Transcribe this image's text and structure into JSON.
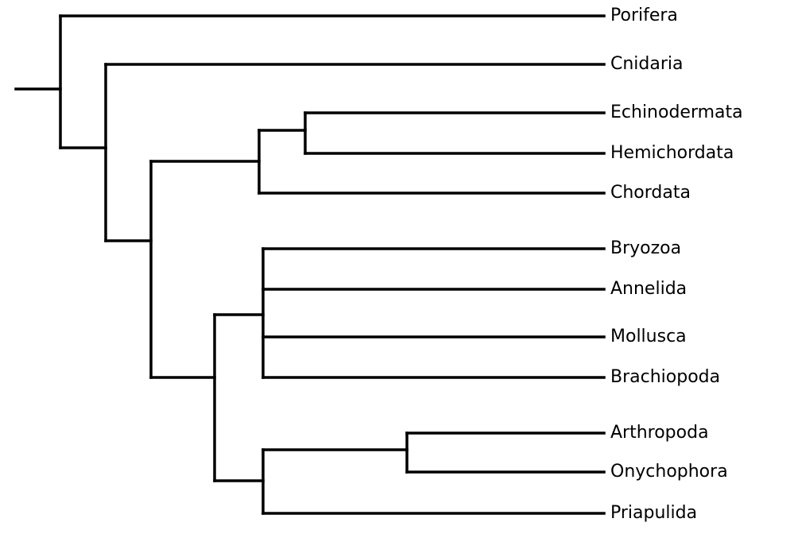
{
  "diagram": {
    "type": "phylogenetic-tree",
    "line_color": "#000000",
    "taxa": {
      "porifera": "Porifera",
      "cnidaria": "Cnidaria",
      "echinodermata": "Echinodermata",
      "hemichordata": "Hemichordata",
      "chordata": "Chordata",
      "bryozoa": "Bryozoa",
      "annelida": "Annelida",
      "mollusca": "Mollusca",
      "brachiopoda": "Brachiopoda",
      "arthropoda": "Arthropoda",
      "onychophora": "Onychophora",
      "priapulida": "Priapulida"
    },
    "topology": "(Porifera,(Cnidaria,(((Echinodermata,Hemichordata),Chordata),((Bryozoa,Annelida,Mollusca,Brachiopoda),((Arthropoda,Onychophora),Priapulida)))))"
  }
}
